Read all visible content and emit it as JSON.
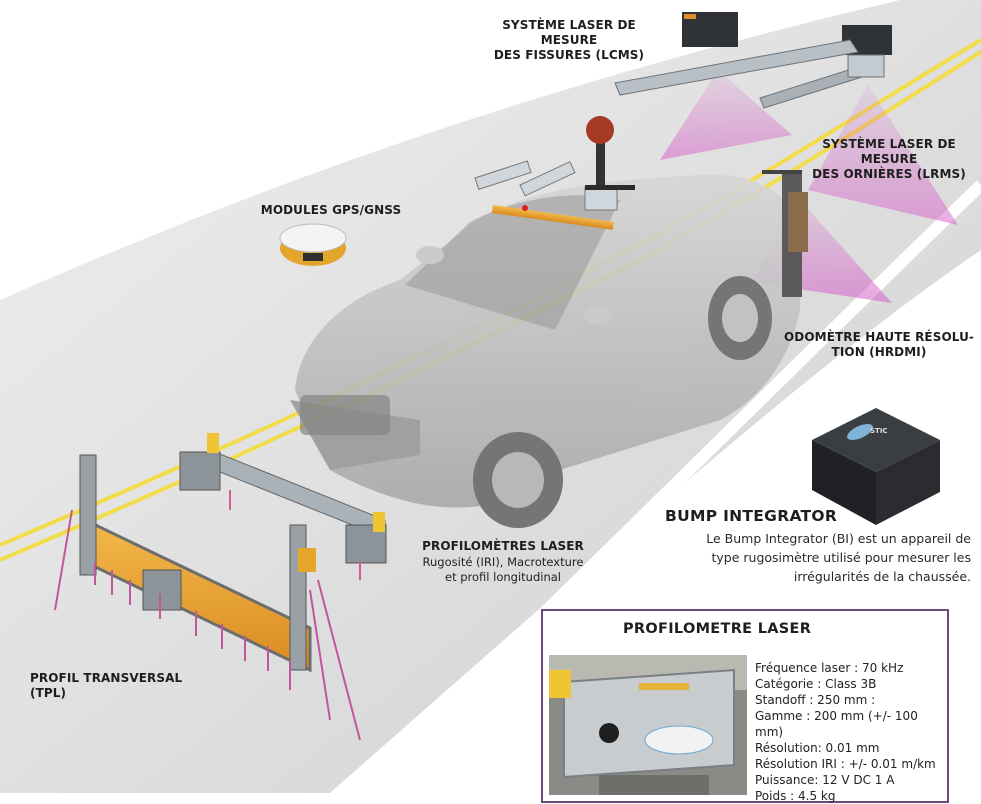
{
  "labels": {
    "lcms": [
      "SYSTÈME LASER DE MESURE",
      "DES FISSURES (LCMS)"
    ],
    "lrms": [
      "SYSTÈME LASER DE MESURE",
      "DES ORNIÈRES (LRMS)"
    ],
    "gps": "MODULES GPS/GNSS",
    "hrdmi": [
      "ODOMÈTRE HAUTE RÉSOLU-",
      "TION (HRDMI)"
    ],
    "profilometres": {
      "title": "PROFILOMÈTRES LASER",
      "sub": [
        "Rugosité (IRI), Macrotexture",
        "et profil longitudinal"
      ]
    },
    "tpl": "PROFIL TRANSVERSAL (TPL)"
  },
  "bump_integrator": {
    "title": "BUMP INTEGRATOR",
    "text": [
      "Le Bump Integrator (BI) est un appareil de",
      "type rugosimètre utilisé pour mesurer les",
      "irrégularités de la chaussée."
    ],
    "brand": "STIC"
  },
  "spec_panel": {
    "title": "PROFILOMETRE LASER",
    "specs": [
      "Fréquence laser : 70 kHz",
      "Catégorie : Class 3B",
      "Standoff : 250 mm :",
      "Gamme : 200 mm (+/- 100 mm)",
      "Résolution: 0.01 mm",
      "Résolution IRI : +/- 0.01 m/km",
      "Puissance: 12 V DC 1 A",
      "Poids : 4.5 kg"
    ]
  },
  "colors": {
    "accent": "#6d4a78",
    "road": "#d9d9d9",
    "lane_marking": "#f2dc4a",
    "laser_beam": "#d45ac7",
    "equipment_orange": "#e9a93a"
  }
}
